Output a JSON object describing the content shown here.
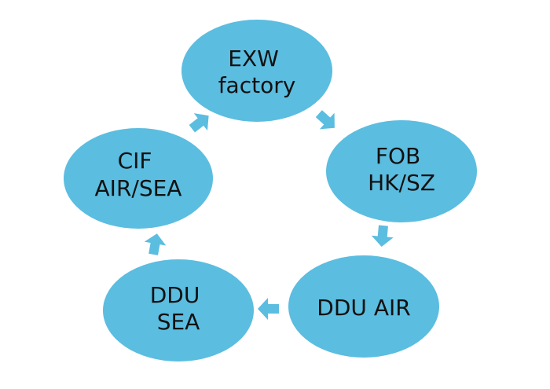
{
  "diagram": {
    "type": "cycle",
    "nodes": [
      {
        "id": "exw",
        "lines": [
          "EXW",
          "factory"
        ]
      },
      {
        "id": "fob",
        "lines": [
          "FOB",
          "HK/SZ"
        ]
      },
      {
        "id": "ddu-air",
        "lines": [
          "DDU AIR"
        ]
      },
      {
        "id": "ddu-sea",
        "lines": [
          "DDU",
          "SEA"
        ]
      },
      {
        "id": "cif",
        "lines": [
          "CIF",
          "AIR/SEA"
        ]
      }
    ],
    "edges": [
      {
        "from": "exw",
        "to": "fob"
      },
      {
        "from": "fob",
        "to": "ddu-air"
      },
      {
        "from": "ddu-air",
        "to": "ddu-sea"
      },
      {
        "from": "ddu-sea",
        "to": "cif"
      },
      {
        "from": "cif",
        "to": "exw"
      }
    ],
    "colors": {
      "node_fill": "#5bbde0",
      "arrow_fill": "#5bbde0",
      "text": "#111111"
    }
  }
}
